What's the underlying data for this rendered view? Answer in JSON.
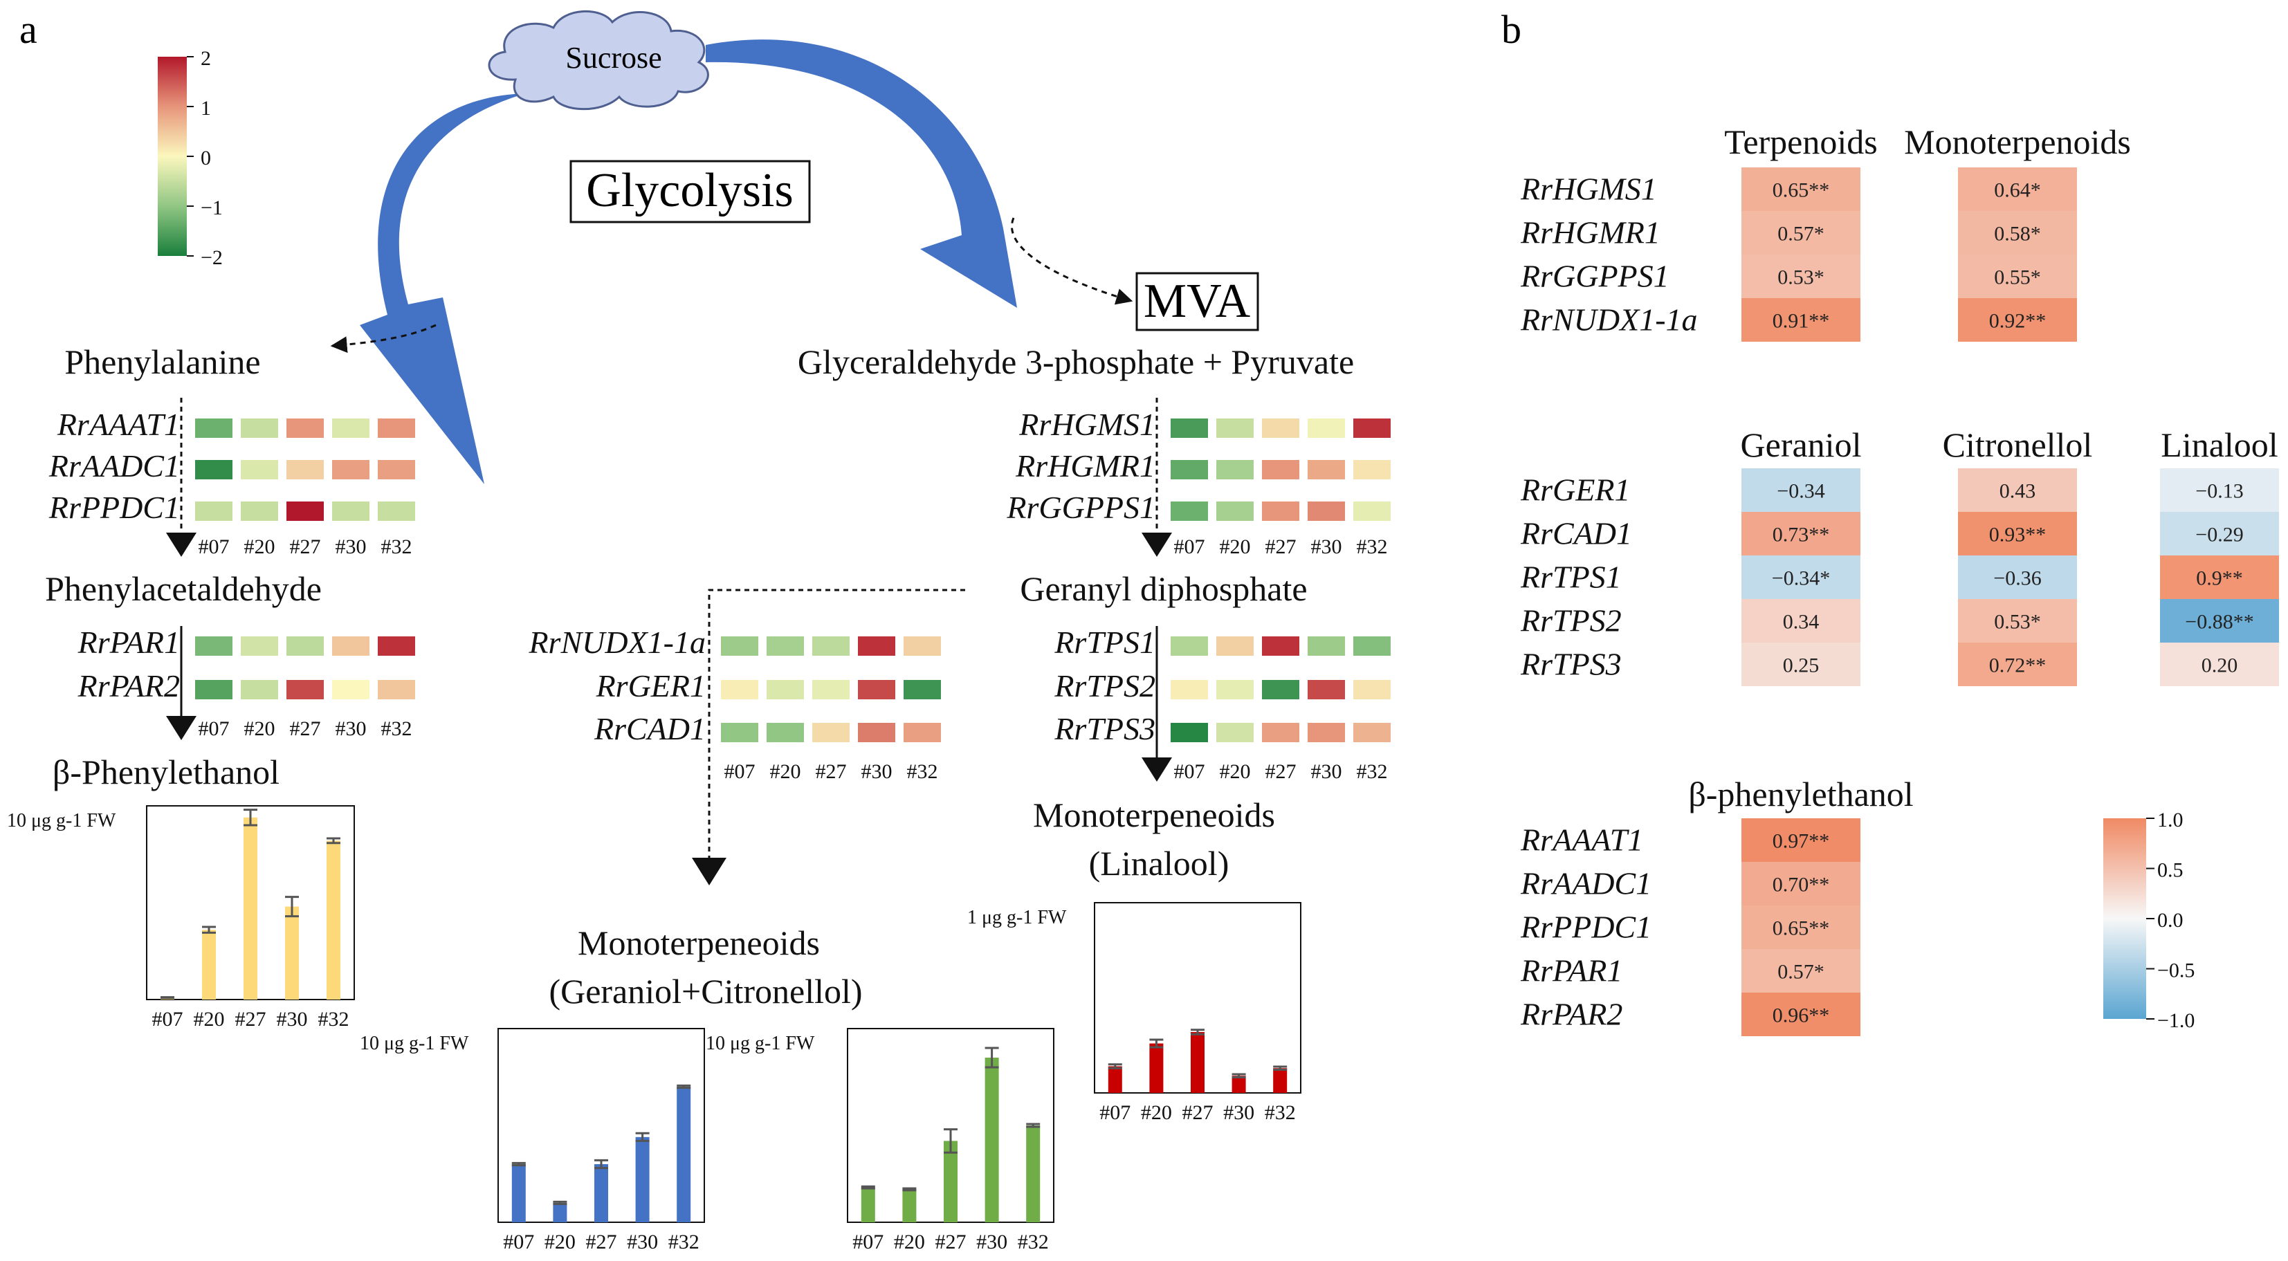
{
  "panels": {
    "a": "a",
    "b": "b"
  },
  "nodes": {
    "sucrose": "Sucrose",
    "glycolysis": "Glycolysis",
    "mva": "MVA",
    "phenylalanine": "Phenylalanine",
    "g3p": "Glyceraldehyde 3-phosphate + Pyruvate",
    "phenylacetaldehyde": "Phenylacetaldehyde",
    "geranyl": "Geranyl diphosphate",
    "phenylethanol": "β-Phenylethanol",
    "mono_linalool_1": "Monoterpeneoids",
    "mono_linalool_2": "(Linalool)",
    "mono_ger_1": "Monoterpeneoids",
    "mono_ger_2": "(Geraniol+Citronellol)"
  },
  "samples": [
    "#07",
    "#20",
    "#27",
    "#30",
    "#32"
  ],
  "colorbar_a": {
    "ticks": [
      "2",
      "1",
      "0",
      "−1",
      "−2"
    ],
    "colors": [
      "#1a7f3c",
      "#91c684",
      "#fbf7bd",
      "#e7957b",
      "#b2182b"
    ]
  },
  "expression": [
    {
      "id": "aaat",
      "gene": "RrAAAT1",
      "z": [
        -1.3,
        -0.5,
        1.0,
        -0.3,
        1.0
      ]
    },
    {
      "id": "aadc",
      "gene": "RrAADC1",
      "z": [
        -1.8,
        -0.3,
        0.4,
        0.9,
        0.9
      ]
    },
    {
      "id": "ppdc",
      "gene": "RrPPDC1",
      "z": [
        -0.5,
        -0.5,
        2.0,
        -0.5,
        -0.5
      ]
    },
    {
      "id": "par1",
      "gene": "RrPAR1",
      "z": [
        -1.2,
        -0.4,
        -0.6,
        0.5,
        1.8
      ]
    },
    {
      "id": "par2",
      "gene": "RrPAR2",
      "z": [
        -1.5,
        -0.5,
        1.6,
        0.0,
        0.5
      ]
    },
    {
      "id": "hgms",
      "gene": "RrHGMS1",
      "z": [
        -1.6,
        -0.5,
        0.3,
        -0.1,
        1.8
      ]
    },
    {
      "id": "hgmr",
      "gene": "RrHGMR1",
      "z": [
        -1.4,
        -0.8,
        1.0,
        0.8,
        0.2
      ]
    },
    {
      "id": "ggpps",
      "gene": "RrGGPPS1",
      "z": [
        -1.3,
        -0.8,
        1.0,
        1.1,
        -0.2
      ]
    },
    {
      "id": "nudx",
      "gene": "RrNUDX1-1a",
      "z": [
        -0.9,
        -0.8,
        -0.6,
        1.8,
        0.4
      ]
    },
    {
      "id": "ger",
      "gene": "RrGER1",
      "z": [
        0.1,
        -0.3,
        -0.2,
        1.6,
        -1.7
      ]
    },
    {
      "id": "cad",
      "gene": "RrCAD1",
      "z": [
        -1.0,
        -1.0,
        0.3,
        1.2,
        0.9
      ]
    },
    {
      "id": "tps1",
      "gene": "RrTPS1",
      "z": [
        -0.7,
        0.4,
        1.8,
        -0.9,
        -1.1
      ]
    },
    {
      "id": "tps2",
      "gene": "RrTPS2",
      "z": [
        0.1,
        -0.2,
        -1.7,
        1.6,
        0.2
      ]
    },
    {
      "id": "tps3",
      "gene": "RrTPS3",
      "z": [
        -1.9,
        -0.4,
        0.9,
        1.0,
        0.7
      ]
    }
  ],
  "chart_data": [
    {
      "id": "pe",
      "type": "bar",
      "title": "β-Phenylethanol",
      "unit": "10 μg g-1 FW",
      "categories": [
        "#07",
        "#20",
        "#27",
        "#30",
        "#32"
      ],
      "values": [
        0.01,
        0.36,
        0.94,
        0.48,
        0.82
      ],
      "errors": [
        0.002,
        0.015,
        0.04,
        0.05,
        0.012
      ],
      "ylim": [
        0,
        1.0
      ],
      "color": "#fdd97a"
    },
    {
      "id": "lin",
      "type": "bar",
      "title": "Monoterpeneoids (Linalool)",
      "unit": "1 μg g-1 FW",
      "categories": [
        "#07",
        "#20",
        "#27",
        "#30",
        "#32"
      ],
      "values": [
        0.14,
        0.26,
        0.32,
        0.09,
        0.13
      ],
      "errors": [
        0.01,
        0.02,
        0.012,
        0.008,
        0.008
      ],
      "ylim": [
        0,
        1.0
      ],
      "color": "#c80000"
    },
    {
      "id": "ger",
      "type": "bar",
      "title": "Geraniol",
      "unit": "10 μg g-1 FW",
      "categories": [
        "#07",
        "#20",
        "#27",
        "#30",
        "#32"
      ],
      "values": [
        0.3,
        0.1,
        0.3,
        0.44,
        0.7
      ],
      "errors": [
        0.006,
        0.006,
        0.02,
        0.02,
        0.006
      ],
      "ylim": [
        0,
        1.0
      ],
      "color": "#4472c4"
    },
    {
      "id": "cit",
      "type": "bar",
      "title": "Citronellol",
      "unit": "10 μg g-1 FW",
      "categories": [
        "#07",
        "#20",
        "#27",
        "#30",
        "#32"
      ],
      "values": [
        0.18,
        0.17,
        0.42,
        0.85,
        0.5
      ],
      "errors": [
        0.005,
        0.005,
        0.06,
        0.05,
        0.007
      ],
      "ylim": [
        0,
        1.0
      ],
      "color": "#70ad47"
    }
  ],
  "corr": {
    "terp": {
      "headers": [
        "Terpenoids",
        "Monoterpenoids"
      ],
      "rows": [
        {
          "gene": "RrHGMS1",
          "values": [
            0.65,
            0.64
          ],
          "labels": [
            "0.65**",
            "0.64*"
          ]
        },
        {
          "gene": "RrHGMR1",
          "values": [
            0.57,
            0.58
          ],
          "labels": [
            "0.57*",
            "0.58*"
          ]
        },
        {
          "gene": "RrGGPPS1",
          "values": [
            0.53,
            0.55
          ],
          "labels": [
            "0.53*",
            "0.55*"
          ]
        },
        {
          "gene": "RrNUDX1-1a",
          "values": [
            0.91,
            0.92
          ],
          "labels": [
            "0.91**",
            "0.92**"
          ]
        }
      ]
    },
    "mono": {
      "headers": [
        "Geraniol",
        "Citronellol",
        "Linalool"
      ],
      "rows": [
        {
          "gene": "RrGER1",
          "values": [
            -0.34,
            0.43,
            -0.13
          ],
          "labels": [
            "−0.34",
            "0.43",
            "−0.13"
          ]
        },
        {
          "gene": "RrCAD1",
          "values": [
            0.73,
            0.93,
            -0.29
          ],
          "labels": [
            "0.73**",
            "0.93**",
            "−0.29"
          ]
        },
        {
          "gene": "RrTPS1",
          "values": [
            -0.34,
            -0.36,
            0.9
          ],
          "labels": [
            "−0.34*",
            "−0.36",
            "0.9**"
          ]
        },
        {
          "gene": "RrTPS2",
          "values": [
            0.34,
            0.53,
            -0.88
          ],
          "labels": [
            "0.34",
            "0.53*",
            "−0.88**"
          ]
        },
        {
          "gene": "RrTPS3",
          "values": [
            0.25,
            0.72,
            0.2
          ],
          "labels": [
            "0.25",
            "0.72**",
            "0.20"
          ]
        }
      ]
    },
    "pe": {
      "headers": [
        "β-phenylethanol"
      ],
      "rows": [
        {
          "gene": "RrAAAT1",
          "values": [
            0.97
          ],
          "labels": [
            "0.97**"
          ]
        },
        {
          "gene": "RrAADC1",
          "values": [
            0.7
          ],
          "labels": [
            "0.70**"
          ]
        },
        {
          "gene": "RrPPDC1",
          "values": [
            0.65
          ],
          "labels": [
            "0.65**"
          ]
        },
        {
          "gene": "RrPAR1",
          "values": [
            0.57
          ],
          "labels": [
            "0.57*"
          ]
        },
        {
          "gene": "RrPAR2",
          "values": [
            0.96
          ],
          "labels": [
            "0.96**"
          ]
        }
      ]
    }
  },
  "colorbar_b": {
    "ticks": [
      "1.0",
      "0.5",
      "0.0",
      "−0.5",
      "−1.0"
    ],
    "positive": "#f08a64",
    "negative": "#5aa5d1"
  }
}
